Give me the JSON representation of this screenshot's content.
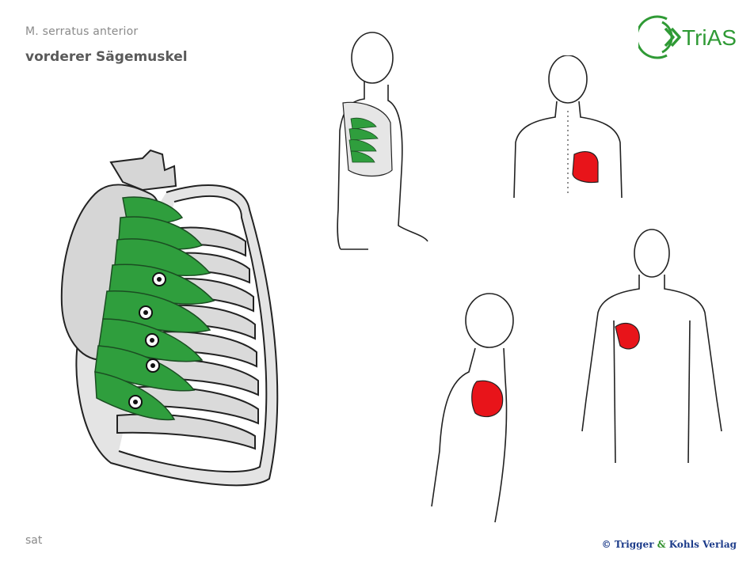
{
  "header": {
    "latin_name": "M. serratus anterior",
    "common_name": "vorderer Sägemuskel"
  },
  "logo": {
    "text": "TriAS",
    "icon": "double-chevron-circle-icon",
    "color": "#2f9a35"
  },
  "footer": {
    "code": "sat",
    "copyright_prefix": "© Trigger ",
    "copyright_amp": "&",
    "copyright_suffix": " Kohls Verlag"
  },
  "colors": {
    "muscle": "#2f9e3d",
    "bone": "#d8d8d8",
    "pain_zone": "#e8141a",
    "outline": "#222222"
  },
  "trigger_points": {
    "count": 5
  }
}
